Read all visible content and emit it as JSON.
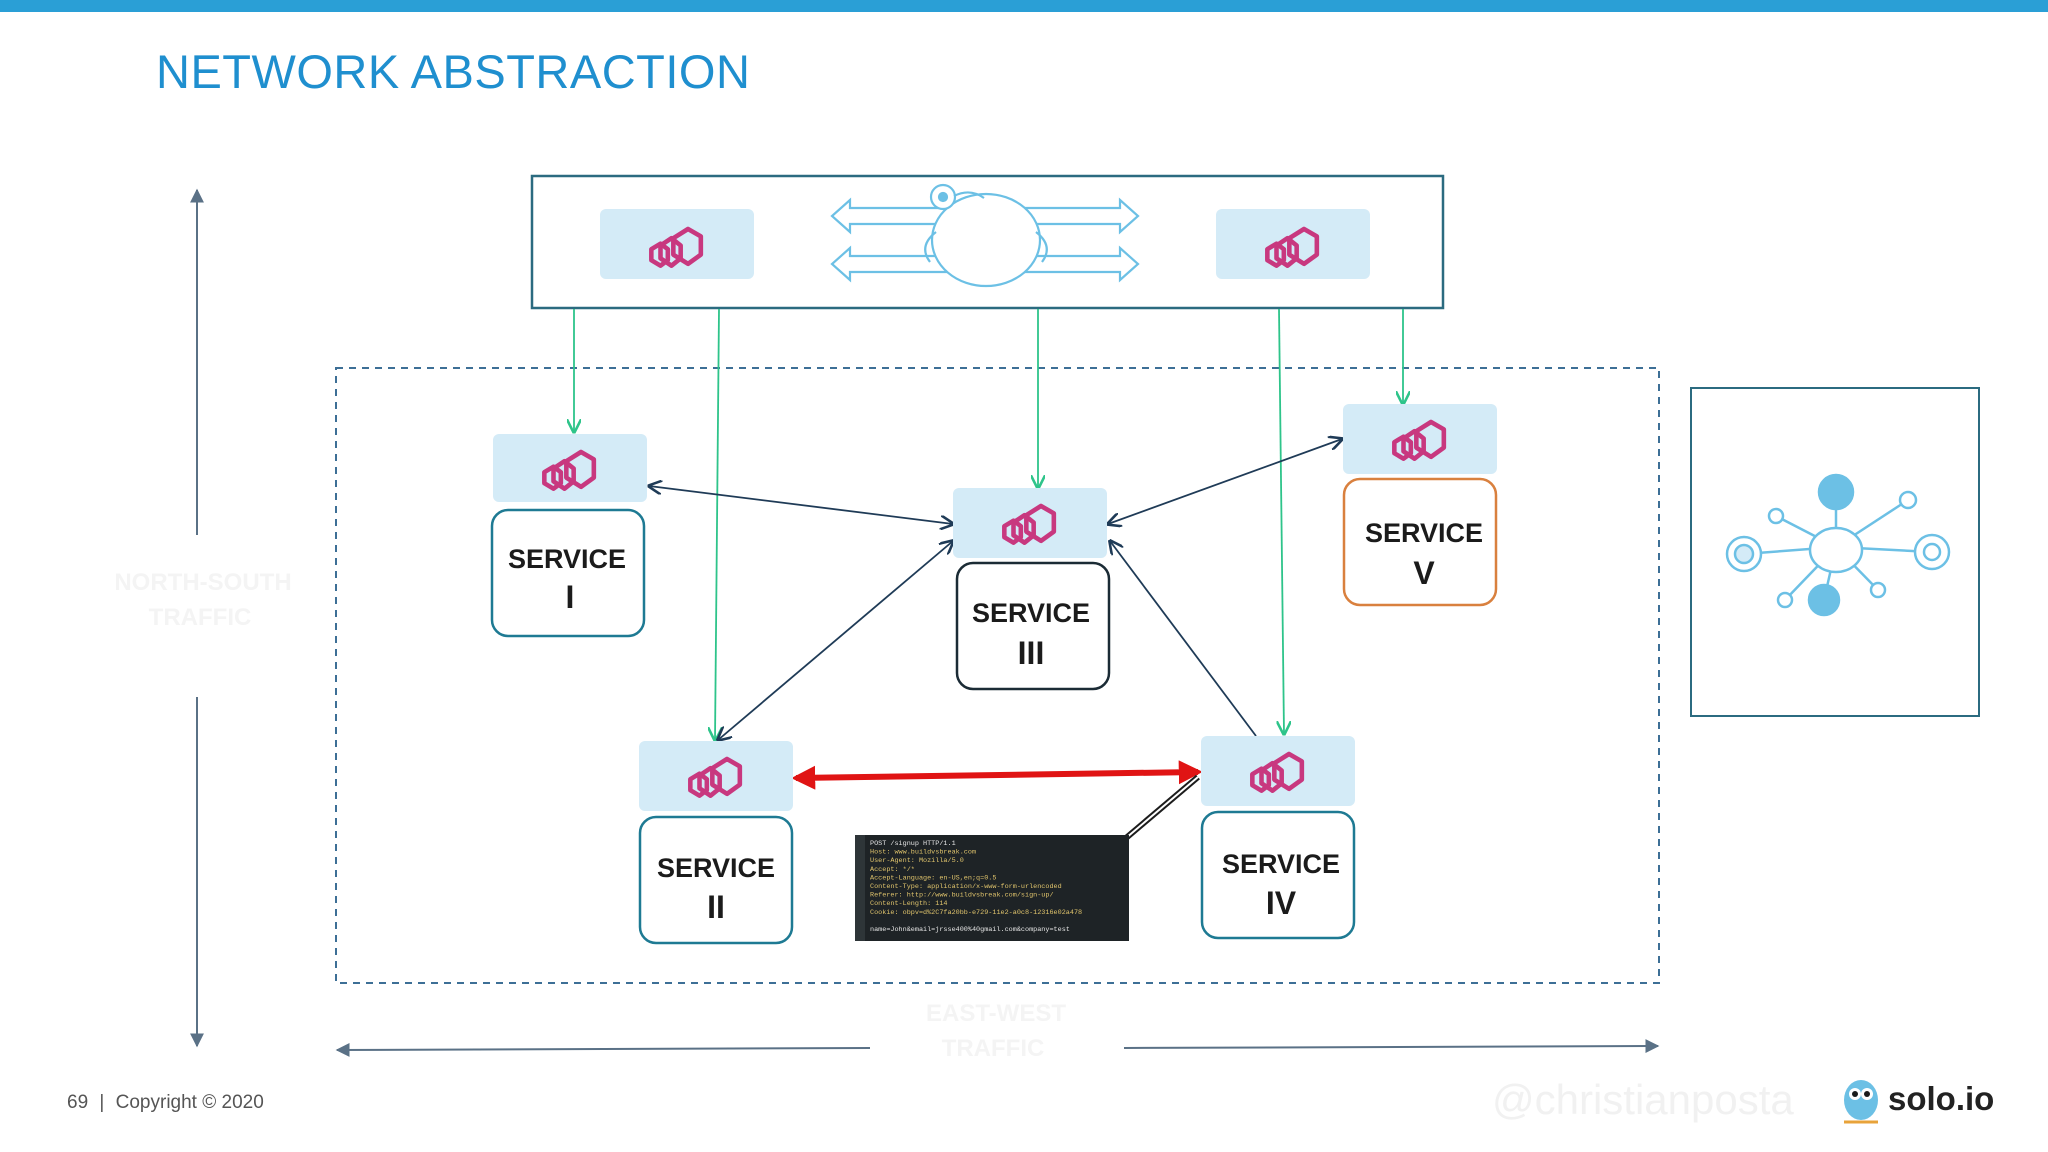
{
  "slide": {
    "title": "NETWORK ABSTRACTION",
    "page_number": "69",
    "separator": "|",
    "copyright": "Copyright © 2020",
    "watermark": "@christianposta",
    "logo_text": "solo.io"
  },
  "axis_labels": {
    "north_south": [
      "NORTH-SOUTH",
      "TRAFFIC"
    ],
    "east_west": [
      "EAST-WEST",
      "TRAFFIC"
    ]
  },
  "services": [
    {
      "id": "service-1",
      "label": "SERVICE",
      "numeral": "I"
    },
    {
      "id": "service-2",
      "label": "SERVICE",
      "numeral": "II"
    },
    {
      "id": "service-3",
      "label": "SERVICE",
      "numeral": "III"
    },
    {
      "id": "service-4",
      "label": "SERVICE",
      "numeral": "IV"
    },
    {
      "id": "service-5",
      "label": "SERVICE",
      "numeral": "V"
    }
  ],
  "request_snippet": [
    "POST /signup HTTP/1.1",
    "Host: www.buildvsbreak.com",
    "User-Agent: Mozilla/5.0",
    "Accept: */*",
    "Accept-Language: en-US,en;q=0.5",
    "Content-Type: application/x-www-form-urlencoded",
    "Referer: http://www.buildvsbreak.com/sign-up/",
    "Content-Length: 114",
    "Cookie: obpv=d%2C7fa20bb-e729-11e2-a0c8-12316e02a478",
    "",
    "name=John&email=jrsse400%40gmail.com&company=test"
  ],
  "colors": {
    "accent": "#2a9fd6",
    "proxy_bg": "#d4ebf7",
    "proxy_icon": "#c8387f",
    "service_border": "#1e7a93",
    "service_v_border": "#d9803e",
    "control_arrow": "#2ec48a",
    "mesh_arrow": "#1f3b57",
    "highlight_arrow": "#e01414"
  },
  "icons": {
    "proxy": "envoy-proxy-icon",
    "control_plane": "gloo-mascot-icon",
    "dashboard": "service-mesh-hub-icon",
    "logo": "solo-owl-icon"
  }
}
